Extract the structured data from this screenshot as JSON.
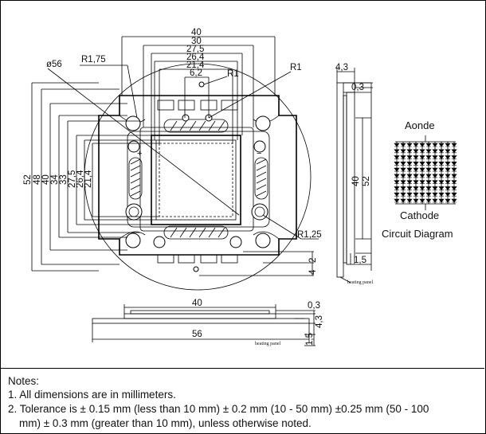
{
  "top_view": {
    "horizontal_dims": [
      "40",
      "30",
      "27,5",
      "26,4",
      "21,4",
      "6,2"
    ],
    "vertical_dims": [
      "52",
      "48",
      "40",
      "34",
      "33",
      "27,5",
      "26,4",
      "21,4"
    ],
    "radius_labels": {
      "r175": "R1,75",
      "r1_a": "R1",
      "r1_b": "R1",
      "r125": "R1,25",
      "dia56": "ø56"
    },
    "bottom_dims": [
      "2",
      "4"
    ]
  },
  "side_view": {
    "dims": [
      "4,3",
      "0,3",
      "40",
      "52",
      "1,5"
    ],
    "heating_panel": "heating panel"
  },
  "bottom_view": {
    "dims": [
      "40",
      "56",
      "0,3",
      "4,3",
      "1,5"
    ],
    "heating_panel": "heating panel"
  },
  "circuit": {
    "anode_label": "Aonde",
    "cathode_label": "Cathode",
    "title": "Circuit Diagram"
  },
  "notes": {
    "heading": "Notes:",
    "line1": "1. All dimensions are in millimeters.",
    "line2a": "2. Tolerance is ± 0.15 mm (less than 10 mm) ± 0.2 mm (10 - 50 mm) ±0.25 mm (50 - 100",
    "line2b": "mm) ± 0.3 mm (greater than 10 mm), unless otherwise noted."
  }
}
